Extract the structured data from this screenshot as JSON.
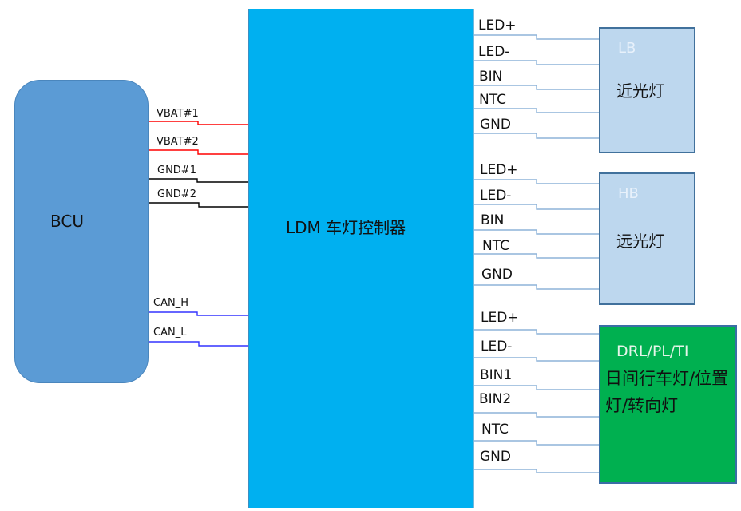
{
  "colors": {
    "bcu_fill": "#5b9bd5",
    "ldm_fill": "#00b0f0",
    "low_high_beam_fill": "#bdd7ee",
    "drl_fill": "#00b050",
    "power_wire": "#ff0000",
    "ground_wire": "#000000",
    "can_wire": "#3333ff",
    "lamp_wire": "#8db3d9"
  },
  "bcu": {
    "label": "BCU",
    "signals": [
      {
        "label": "VBAT#1",
        "type": "power"
      },
      {
        "label": "VBAT#2",
        "type": "power"
      },
      {
        "label": "GND#1",
        "type": "ground"
      },
      {
        "label": "GND#2",
        "type": "ground"
      },
      {
        "label": "CAN_H",
        "type": "can"
      },
      {
        "label": "CAN_L",
        "type": "can"
      }
    ]
  },
  "ldm": {
    "label": "LDM 车灯控制器"
  },
  "lamps": [
    {
      "code": "LB",
      "name": "近光灯",
      "pins": [
        "LED+",
        "LED-",
        "BIN",
        "NTC",
        "GND"
      ]
    },
    {
      "code": "HB",
      "name": "远光灯",
      "pins": [
        "LED+",
        "LED-",
        "BIN",
        "NTC",
        "GND"
      ]
    },
    {
      "code": "DRL/PL/TI",
      "name": "日间行车灯/位置灯/转向灯",
      "pins": [
        "LED+",
        "LED-",
        "BIN1",
        "BIN2",
        "NTC",
        "GND"
      ]
    }
  ]
}
